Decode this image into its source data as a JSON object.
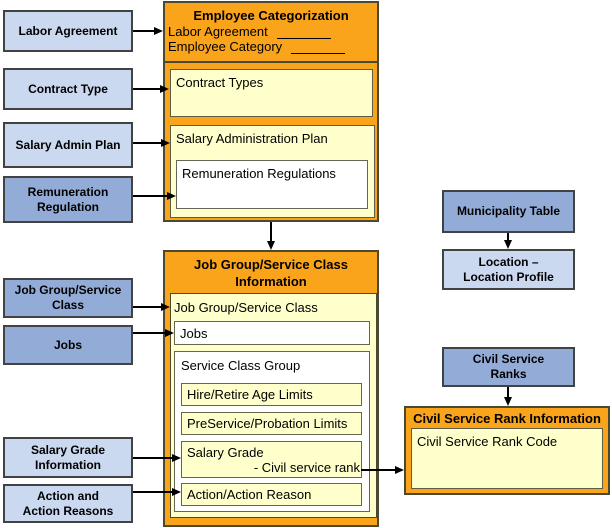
{
  "left_boxes": [
    {
      "label": "Labor Agreement"
    },
    {
      "label": "Contract Type"
    },
    {
      "label": "Salary Admin Plan"
    },
    {
      "label": "Remuneration\nRegulation"
    },
    {
      "label": "Job Group/Service\nClass"
    },
    {
      "label": "Jobs"
    },
    {
      "label": "Salary Grade\nInformation"
    },
    {
      "label": "Action and\nAction Reasons"
    }
  ],
  "employee_categorization": {
    "title": "Employee Categorization",
    "fields": [
      {
        "label": "Labor Agreement"
      },
      {
        "label": "Employee Category"
      }
    ],
    "contract_types_label": "Contract Types",
    "salary_admin_plan_label": "Salary Administration Plan",
    "remuneration_regulations_label": "Remuneration Regulations"
  },
  "job_group_panel": {
    "title": "Job Group/Service Class\nInformation",
    "job_group_label": "Job Group/Service Class",
    "jobs_label": "Jobs",
    "service_class_group_label": "Service Class Group",
    "hire_retire_label": "Hire/Retire Age Limits",
    "preservice_label": "PreService/Probation Limits",
    "salary_grade_label": "Salary Grade",
    "civil_service_rank_label": "- Civil service rank",
    "action_reason_label": "Action/Action Reason"
  },
  "right_column": {
    "municipality_table": "Municipality Table",
    "location_profile": "Location –\nLocation Profile",
    "civil_service_ranks": "Civil Service\nRanks"
  },
  "civil_service_panel": {
    "title": "Civil Service Rank Information",
    "code_label": "Civil Service Rank Code"
  },
  "colors": {
    "orange_panel": "#FAA41C",
    "pale_yellow": "#FFFFCB",
    "light_blue": "#CBD9F0",
    "dark_blue": "#93ACD7",
    "arrow": "#000000"
  }
}
